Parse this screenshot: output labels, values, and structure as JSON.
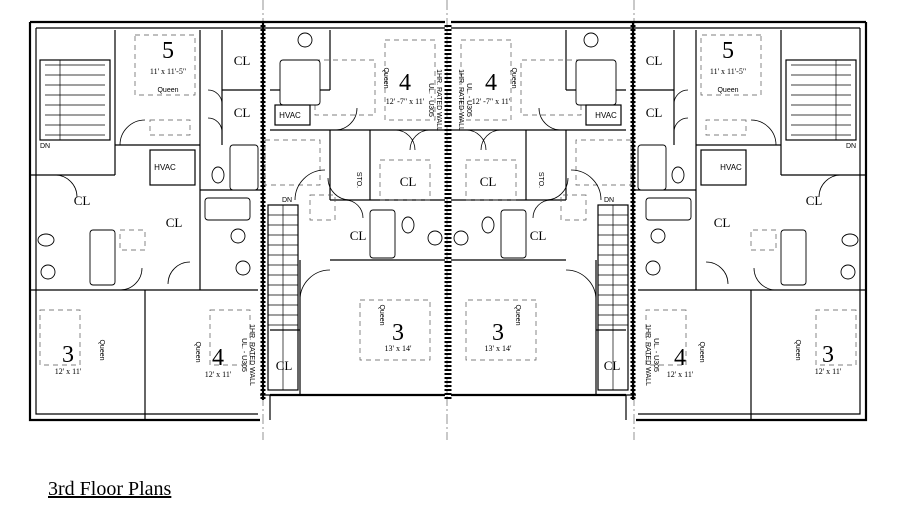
{
  "title": "3rd Floor Plans",
  "labels": {
    "closet": "CL",
    "hvac": "HVAC",
    "storage": "STO.",
    "down": "DN",
    "bed": "Queen",
    "rated_wall": "1HR. RATED WALL",
    "rated_wall_sub": "UL. - U305"
  },
  "bedrooms": {
    "b5": {
      "num": "5",
      "dim": "11' x 11'-5\""
    },
    "b4top": {
      "num": "4",
      "dim": "12' -7\" x 11'"
    },
    "b3mid": {
      "num": "3",
      "dim": "13' x 14'"
    },
    "b3side": {
      "num": "3",
      "dim": "12' x 11'"
    },
    "b4side": {
      "num": "4",
      "dim": "12' x 11'"
    }
  },
  "colors": {
    "line": "#000000",
    "background": "#ffffff"
  }
}
